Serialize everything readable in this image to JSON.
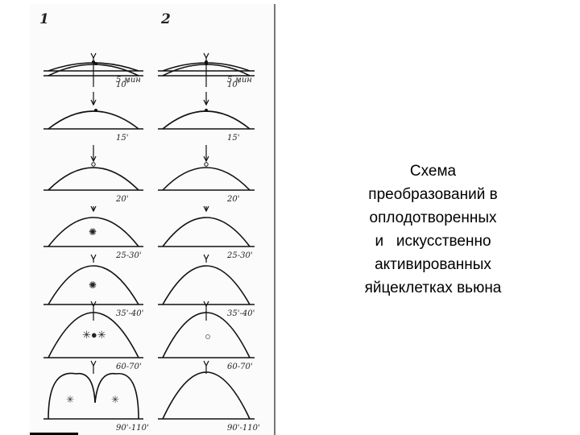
{
  "caption": {
    "lines": [
      "Схема",
      "преобразований в",
      "оплодотворенных",
      "и   искусственно",
      "активированных",
      "яйцеклетках вьюна"
    ]
  },
  "figure": {
    "columns": [
      {
        "number": "1",
        "stages": [
          {
            "time": "5 мин",
            "type": "dome"
          },
          {
            "time": "10'",
            "type": "dome"
          },
          {
            "time": "15'",
            "type": "dome"
          },
          {
            "time": "20'",
            "type": "dome"
          },
          {
            "time": "25-30'",
            "type": "dome"
          },
          {
            "time": "35'-40'",
            "type": "dome"
          },
          {
            "time": "60-70'",
            "type": "dome"
          },
          {
            "time": "90'-110'",
            "type": "cleave"
          }
        ]
      },
      {
        "number": "2",
        "stages": [
          {
            "time": "5 мин",
            "type": "dome"
          },
          {
            "time": "10'",
            "type": "dome"
          },
          {
            "time": "15'",
            "type": "dome"
          },
          {
            "time": "20'",
            "type": "dome"
          },
          {
            "time": "25-30'",
            "type": "dome"
          },
          {
            "time": "35'-40'",
            "type": "dome"
          },
          {
            "time": "60-70'",
            "type": "dome"
          },
          {
            "time": "90'-110'",
            "type": "dome"
          }
        ]
      }
    ]
  }
}
